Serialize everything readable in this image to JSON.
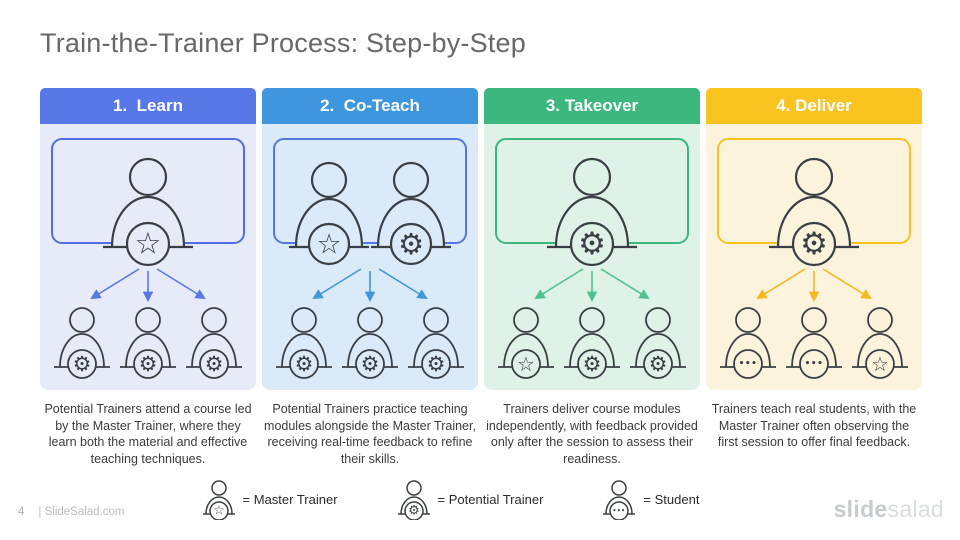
{
  "slide": {
    "title": "Train-the-Trainer Process: Step-by-Step",
    "page_number": "4",
    "footer_site": "| SlideSalad.com",
    "logo_part1": "slide",
    "logo_part2": "salad"
  },
  "icon_stroke": "#3a3f45",
  "columns": [
    {
      "title": "1.  Learn",
      "header_color": "#5878E8",
      "panel_color": "#E7EBF9",
      "box_border_color": "#4D6FE3",
      "arrow_color": "#5878E8",
      "main_badges": [
        "star"
      ],
      "audience_badges": [
        "gear",
        "gear",
        "gear"
      ],
      "description": "Potential Trainers attend a course led by the Master Trainer, where they learn both the material and effective teaching techniques."
    },
    {
      "title": "2.  Co-Teach",
      "header_color": "#3E97DE",
      "panel_color": "#DAEAF8",
      "box_border_color": "#5577E2",
      "arrow_color": "#3E97DE",
      "main_badges": [
        "star",
        "gear"
      ],
      "audience_badges": [
        "gear",
        "gear",
        "gear"
      ],
      "description": "Potential Trainers practice teaching modules alongside the Master Trainer, receiving real-time feedback to refine their skills."
    },
    {
      "title": "3. Takeover",
      "header_color": "#3CB87E",
      "panel_color": "#DEF2E8",
      "box_border_color": "#3CB87E",
      "arrow_color": "#4FC28E",
      "main_badges": [
        "gear"
      ],
      "audience_badges": [
        "star",
        "gear",
        "gear"
      ],
      "description": "Trainers deliver course modules independently, with feedback provided only after the session to assess their readiness."
    },
    {
      "title": "4. Deliver",
      "header_color": "#F9C320",
      "panel_color": "#FCF3DC",
      "box_border_color": "#F9C320",
      "arrow_color": "#F5B91E",
      "main_badges": [
        "gear"
      ],
      "audience_badges": [
        "dots",
        "dots",
        "star"
      ],
      "description": "Trainers teach real students, with the Master Trainer often observing the first session to offer final feedback."
    }
  ],
  "legend": [
    {
      "badge": "star",
      "label": "= Master Trainer"
    },
    {
      "badge": "gear",
      "label": "= Potential Trainer"
    },
    {
      "badge": "dots",
      "label": "= Student"
    }
  ]
}
